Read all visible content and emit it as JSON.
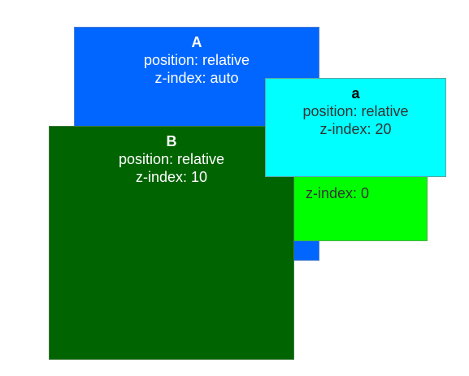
{
  "boxes": {
    "outer_a": {
      "name": "A",
      "position": "position: relative",
      "zindex": "z-index: auto",
      "color": "#0066ff"
    },
    "b": {
      "name": "B",
      "position": "position: relative",
      "zindex": "z-index: 10",
      "color": "#006400"
    },
    "c": {
      "name": "",
      "position": "",
      "zindex": "z-index: 0",
      "color": "#00ff00"
    },
    "inner_a": {
      "name": "a",
      "position": "position: relative",
      "zindex": "z-index: 20",
      "color": "#00ffff"
    }
  }
}
